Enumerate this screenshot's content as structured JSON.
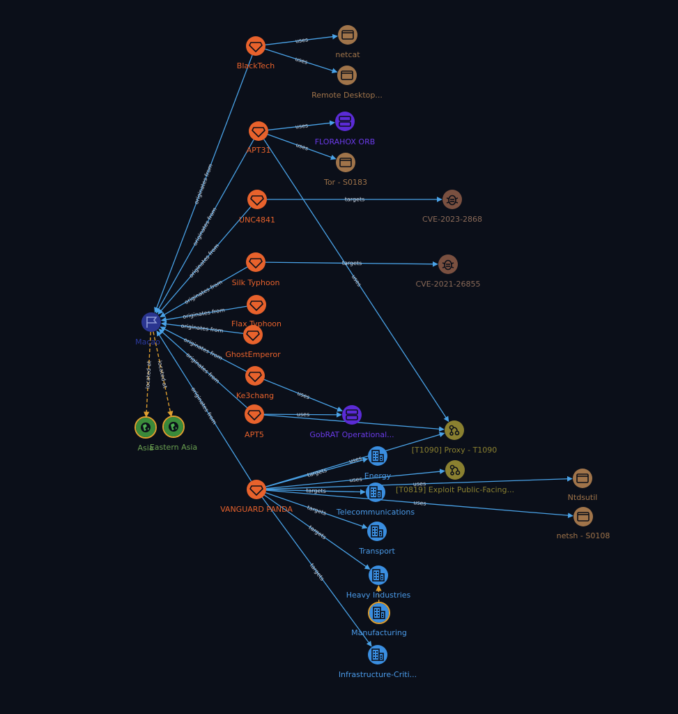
{
  "colors": {
    "background": "#0b0f19",
    "edge": "#4aa3e8",
    "edge_located": "#e0a030",
    "intrusion_set": "#e8622c",
    "tool": "#a0744a",
    "infrastructure": "#5b2bd6",
    "vulnerability": "#7a5040",
    "attack_pattern": "#8a8030",
    "sector": "#3a8ee0",
    "country": "#2a3590",
    "region": "#3a8a3a",
    "region_ring": "#e0a030"
  },
  "nodes": [
    {
      "id": "macao",
      "label": "Macao",
      "type": "country",
      "icon": "flag-icon"
    },
    {
      "id": "asia",
      "label": "Asia",
      "type": "region",
      "icon": "globe-icon"
    },
    {
      "id": "eastern-asia",
      "label": "Eastern Asia",
      "type": "region",
      "icon": "globe-icon"
    },
    {
      "id": "blacktech",
      "label": "BlackTech",
      "type": "intrusion_set",
      "icon": "diamond-icon"
    },
    {
      "id": "apt31",
      "label": "APT31",
      "type": "intrusion_set",
      "icon": "diamond-icon"
    },
    {
      "id": "unc4841",
      "label": "UNC4841",
      "type": "intrusion_set",
      "icon": "diamond-icon"
    },
    {
      "id": "silk-typhoon",
      "label": "Silk Typhoon",
      "type": "intrusion_set",
      "icon": "diamond-icon"
    },
    {
      "id": "flax-typhoon",
      "label": "Flax Typhoon",
      "type": "intrusion_set",
      "icon": "diamond-icon"
    },
    {
      "id": "ghostemperor",
      "label": "GhostEmperor",
      "type": "intrusion_set",
      "icon": "diamond-icon"
    },
    {
      "id": "ke3chang",
      "label": "Ke3chang",
      "type": "intrusion_set",
      "icon": "diamond-icon"
    },
    {
      "id": "apt5",
      "label": "APT5",
      "type": "intrusion_set",
      "icon": "diamond-icon"
    },
    {
      "id": "vanguard-panda",
      "label": "VANGUARD PANDA",
      "type": "intrusion_set",
      "icon": "diamond-icon"
    },
    {
      "id": "netcat",
      "label": "netcat",
      "type": "tool",
      "icon": "window-icon"
    },
    {
      "id": "remote-desktop",
      "label": "Remote Desktop...",
      "type": "tool",
      "icon": "window-icon"
    },
    {
      "id": "florahox",
      "label": "FLORAHOX ORB",
      "type": "infrastructure",
      "icon": "server-icon"
    },
    {
      "id": "tor",
      "label": "Tor - S0183",
      "type": "tool",
      "icon": "window-icon"
    },
    {
      "id": "cve-2023-2868",
      "label": "CVE-2023-2868",
      "type": "vulnerability",
      "icon": "bug-icon"
    },
    {
      "id": "cve-2021-26855",
      "label": "CVE-2021-26855",
      "type": "vulnerability",
      "icon": "bug-icon"
    },
    {
      "id": "gobrat",
      "label": "GobRAT Operational...",
      "type": "infrastructure",
      "icon": "server-icon"
    },
    {
      "id": "proxy",
      "label": "[T1090] Proxy - T1090",
      "type": "attack_pattern",
      "icon": "attack-pattern-icon"
    },
    {
      "id": "exploit",
      "label": "[T0819] Exploit Public-Facing...",
      "type": "attack_pattern",
      "icon": "attack-pattern-icon"
    },
    {
      "id": "energy",
      "label": "Energy",
      "type": "sector",
      "icon": "building-icon"
    },
    {
      "id": "telecom",
      "label": "Telecommunications",
      "type": "sector",
      "icon": "building-icon"
    },
    {
      "id": "transport",
      "label": "Transport",
      "type": "sector",
      "icon": "building-icon"
    },
    {
      "id": "heavy",
      "label": "Heavy Industries",
      "type": "sector",
      "icon": "building-icon"
    },
    {
      "id": "manufacturing",
      "label": "Manufacturing",
      "type": "sector",
      "icon": "building-icon",
      "highlight": true
    },
    {
      "id": "infra-crit",
      "label": "Infrastructure-Criti...",
      "type": "sector",
      "icon": "building-icon"
    },
    {
      "id": "ntdsutil",
      "label": "Ntdsutil",
      "type": "tool",
      "icon": "window-icon"
    },
    {
      "id": "netsh",
      "label": "netsh - S0108",
      "type": "tool",
      "icon": "window-icon"
    }
  ],
  "edges": [
    {
      "from": "blacktech",
      "to": "macao",
      "label": "originates from"
    },
    {
      "from": "apt31",
      "to": "macao",
      "label": "originates from"
    },
    {
      "from": "unc4841",
      "to": "macao",
      "label": "originates from"
    },
    {
      "from": "silk-typhoon",
      "to": "macao",
      "label": "originates from"
    },
    {
      "from": "flax-typhoon",
      "to": "macao",
      "label": "originates from"
    },
    {
      "from": "ghostemperor",
      "to": "macao",
      "label": "originates from"
    },
    {
      "from": "ke3chang",
      "to": "macao",
      "label": "originates from"
    },
    {
      "from": "apt5",
      "to": "macao",
      "label": "originates from"
    },
    {
      "from": "vanguard-panda",
      "to": "macao",
      "label": "originates from"
    },
    {
      "from": "macao",
      "to": "asia",
      "label": "located at",
      "style": "located"
    },
    {
      "from": "macao",
      "to": "eastern-asia",
      "label": "located at",
      "style": "located"
    },
    {
      "from": "blacktech",
      "to": "netcat",
      "label": "uses"
    },
    {
      "from": "blacktech",
      "to": "remote-desktop",
      "label": "uses"
    },
    {
      "from": "apt31",
      "to": "florahox",
      "label": "uses"
    },
    {
      "from": "apt31",
      "to": "tor",
      "label": "uses"
    },
    {
      "from": "apt31",
      "to": "proxy",
      "label": "uses"
    },
    {
      "from": "unc4841",
      "to": "cve-2023-2868",
      "label": "targets"
    },
    {
      "from": "silk-typhoon",
      "to": "cve-2021-26855",
      "label": "targets"
    },
    {
      "from": "ke3chang",
      "to": "gobrat",
      "label": "uses"
    },
    {
      "from": "apt5",
      "to": "gobrat",
      "label": "uses"
    },
    {
      "from": "apt5",
      "to": "proxy",
      "label": ""
    },
    {
      "from": "vanguard-panda",
      "to": "proxy",
      "label": "uses"
    },
    {
      "from": "vanguard-panda",
      "to": "energy",
      "label": "targets"
    },
    {
      "from": "vanguard-panda",
      "to": "exploit",
      "label": "uses"
    },
    {
      "from": "vanguard-panda",
      "to": "telecom",
      "label": "targets"
    },
    {
      "from": "vanguard-panda",
      "to": "ntdsutil",
      "label": "uses"
    },
    {
      "from": "vanguard-panda",
      "to": "netsh",
      "label": "uses"
    },
    {
      "from": "vanguard-panda",
      "to": "transport",
      "label": "targets"
    },
    {
      "from": "vanguard-panda",
      "to": "heavy",
      "label": "targets"
    },
    {
      "from": "vanguard-panda",
      "to": "infra-crit",
      "label": "targets"
    },
    {
      "from": "manufacturing",
      "to": "heavy",
      "label": "",
      "style": "located"
    }
  ]
}
